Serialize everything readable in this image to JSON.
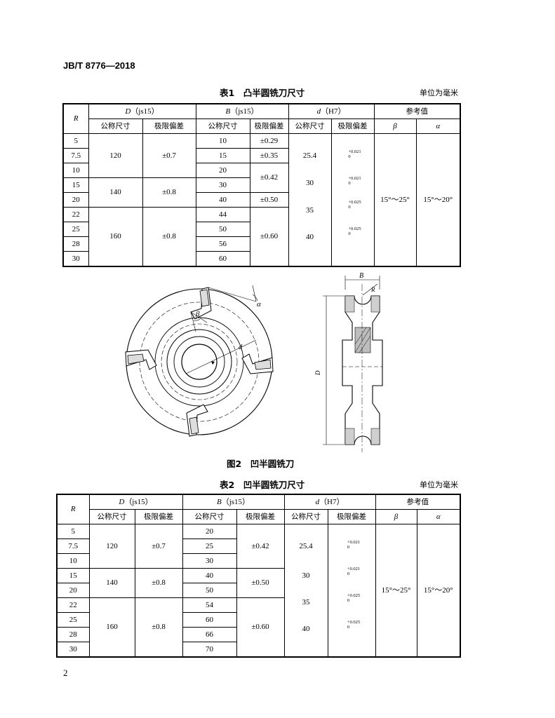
{
  "header": {
    "standard": "JB/T 8776—2018"
  },
  "table1": {
    "caption": "表1　凸半圆铣刀尺寸",
    "unit": "单位为毫米",
    "head": {
      "R": "R",
      "D": "D",
      "D_tol": "（js15）",
      "B": "B",
      "B_tol": "（js15）",
      "d": "d",
      "d_tol": "（H7）",
      "ref": "参考值",
      "nominal": "公称尺寸",
      "limit": "极限偏差",
      "beta": "β",
      "alpha": "α"
    },
    "R": [
      "5",
      "7.5",
      "10",
      "15",
      "20",
      "22",
      "25",
      "28",
      "30"
    ],
    "D": [
      "120",
      "140",
      "160"
    ],
    "D_limit": [
      "±0.7",
      "±0.8",
      "±0.8"
    ],
    "B": [
      "10",
      "15",
      "20",
      "30",
      "40",
      "44",
      "50",
      "56",
      "60"
    ],
    "B_limit": [
      "±0.29",
      "±0.35",
      "±0.42",
      "±0.50",
      "±0.60"
    ],
    "d": [
      "25.4",
      "30",
      "35",
      "40"
    ],
    "d_limit": [
      [
        "+0.021",
        "0"
      ],
      [
        "+0.021",
        "0"
      ],
      [
        "+0.025",
        "0"
      ],
      [
        "+0.025",
        "0"
      ]
    ],
    "beta": "15°～25°",
    "alpha": "15°～20°"
  },
  "figure": {
    "caption": "图2　凹半圆铣刀",
    "labels": {
      "beta": "β",
      "alpha": "α",
      "d": "d",
      "B": "B",
      "R": "R",
      "D": "D"
    }
  },
  "table2": {
    "caption": "表2　凹半圆铣刀尺寸",
    "unit": "单位为毫米",
    "head": {
      "R": "R",
      "D": "D",
      "D_tol": "（js15）",
      "B": "B",
      "B_tol": "（js15）",
      "d": "d",
      "d_tol": "（H7）",
      "ref": "参考值",
      "nominal": "公称尺寸",
      "limit": "极限偏差",
      "beta": "β",
      "alpha": "α"
    },
    "R": [
      "5",
      "7.5",
      "10",
      "15",
      "20",
      "22",
      "25",
      "28",
      "30"
    ],
    "D": [
      "120",
      "140",
      "160"
    ],
    "D_limit": [
      "±0.7",
      "±0.8",
      "±0.8"
    ],
    "B": [
      "20",
      "25",
      "30",
      "40",
      "50",
      "54",
      "60",
      "66",
      "70"
    ],
    "B_limit": [
      "±0.42",
      "±0.50",
      "±0.60"
    ],
    "d": [
      "25.4",
      "30",
      "35",
      "40"
    ],
    "d_limit": [
      [
        "+0.021",
        "0"
      ],
      [
        "+0.021",
        "0"
      ],
      [
        "+0.025",
        "0"
      ],
      [
        "+0.025",
        "0"
      ]
    ],
    "beta": "15°～25°",
    "alpha": "15°～20°"
  },
  "page_number": "2"
}
